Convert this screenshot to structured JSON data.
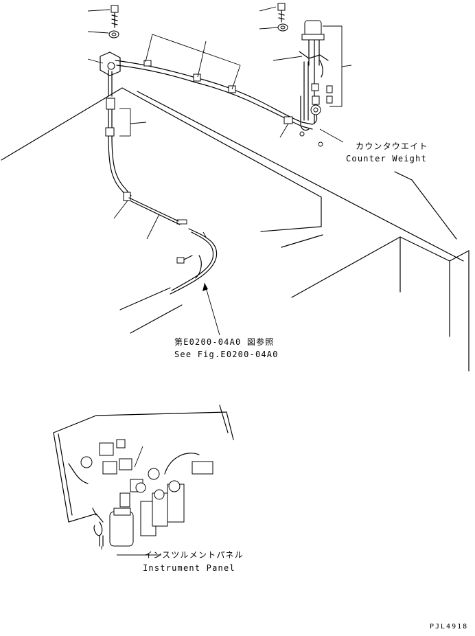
{
  "labels": {
    "counterweight_jp": "カウンタウエイト",
    "counterweight_en": "Counter Weight",
    "ref_jp": "第E0200-04A0 図参照",
    "ref_en": "See Fig.E0200-04A0",
    "panel_jp": "インスツルメントパネル",
    "panel_en": "Instrument Panel",
    "drawing_no": "PJL4918"
  }
}
